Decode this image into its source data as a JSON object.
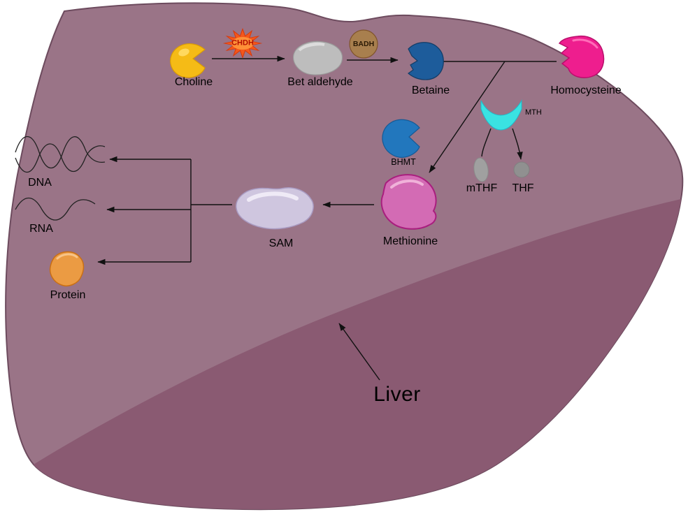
{
  "diagram": {
    "labels": {
      "choline": "Choline",
      "bet_aldehyde": "Bet aldehyde",
      "betaine": "Betaine",
      "homocysteine": "Homocysteine",
      "chdh": "CHDH",
      "badh": "BADH",
      "bhmt": "BHMT",
      "mth": "MTH",
      "mthf": "mTHF",
      "thf": "THF",
      "methionine": "Methionine",
      "sam": "SAM",
      "dna": "DNA",
      "rna": "RNA",
      "protein": "Protein",
      "liver": "Liver"
    },
    "edges": [
      {
        "from": "Choline",
        "to": "Bet aldehyde",
        "via": "CHDH"
      },
      {
        "from": "Bet aldehyde",
        "to": "Betaine",
        "via": "BADH"
      },
      {
        "from": "Betaine",
        "to": "Homocysteine"
      },
      {
        "from": "Betaine",
        "to": "Methionine",
        "via": "BHMT"
      },
      {
        "from": "mTHF",
        "to": "THF",
        "via": "MTH"
      },
      {
        "from": "Methionine",
        "to": "SAM"
      },
      {
        "from": "SAM",
        "to": "DNA"
      },
      {
        "from": "SAM",
        "to": "RNA"
      },
      {
        "from": "SAM",
        "to": "Protein"
      }
    ],
    "colors": {
      "liver_light": "#9a7487",
      "liver_dark": "#8a5a72",
      "liver_outline": "#6d4b5e",
      "choline": "#f5bb16",
      "chdh_burst": "#f4571c",
      "bet_aldehyde": "#bdbdbd",
      "badh": "#a87f4e",
      "betaine": "#1d5c9b",
      "homocysteine": "#ee1e8e",
      "bhmt": "#2277bd",
      "mth": "#3ae2e2",
      "mthf": "#a0a0a0",
      "thf": "#909090",
      "methionine": "#d36bb4",
      "sam": "#cfc6df",
      "protein": "#eb9b43",
      "arrow": "#111111"
    }
  }
}
